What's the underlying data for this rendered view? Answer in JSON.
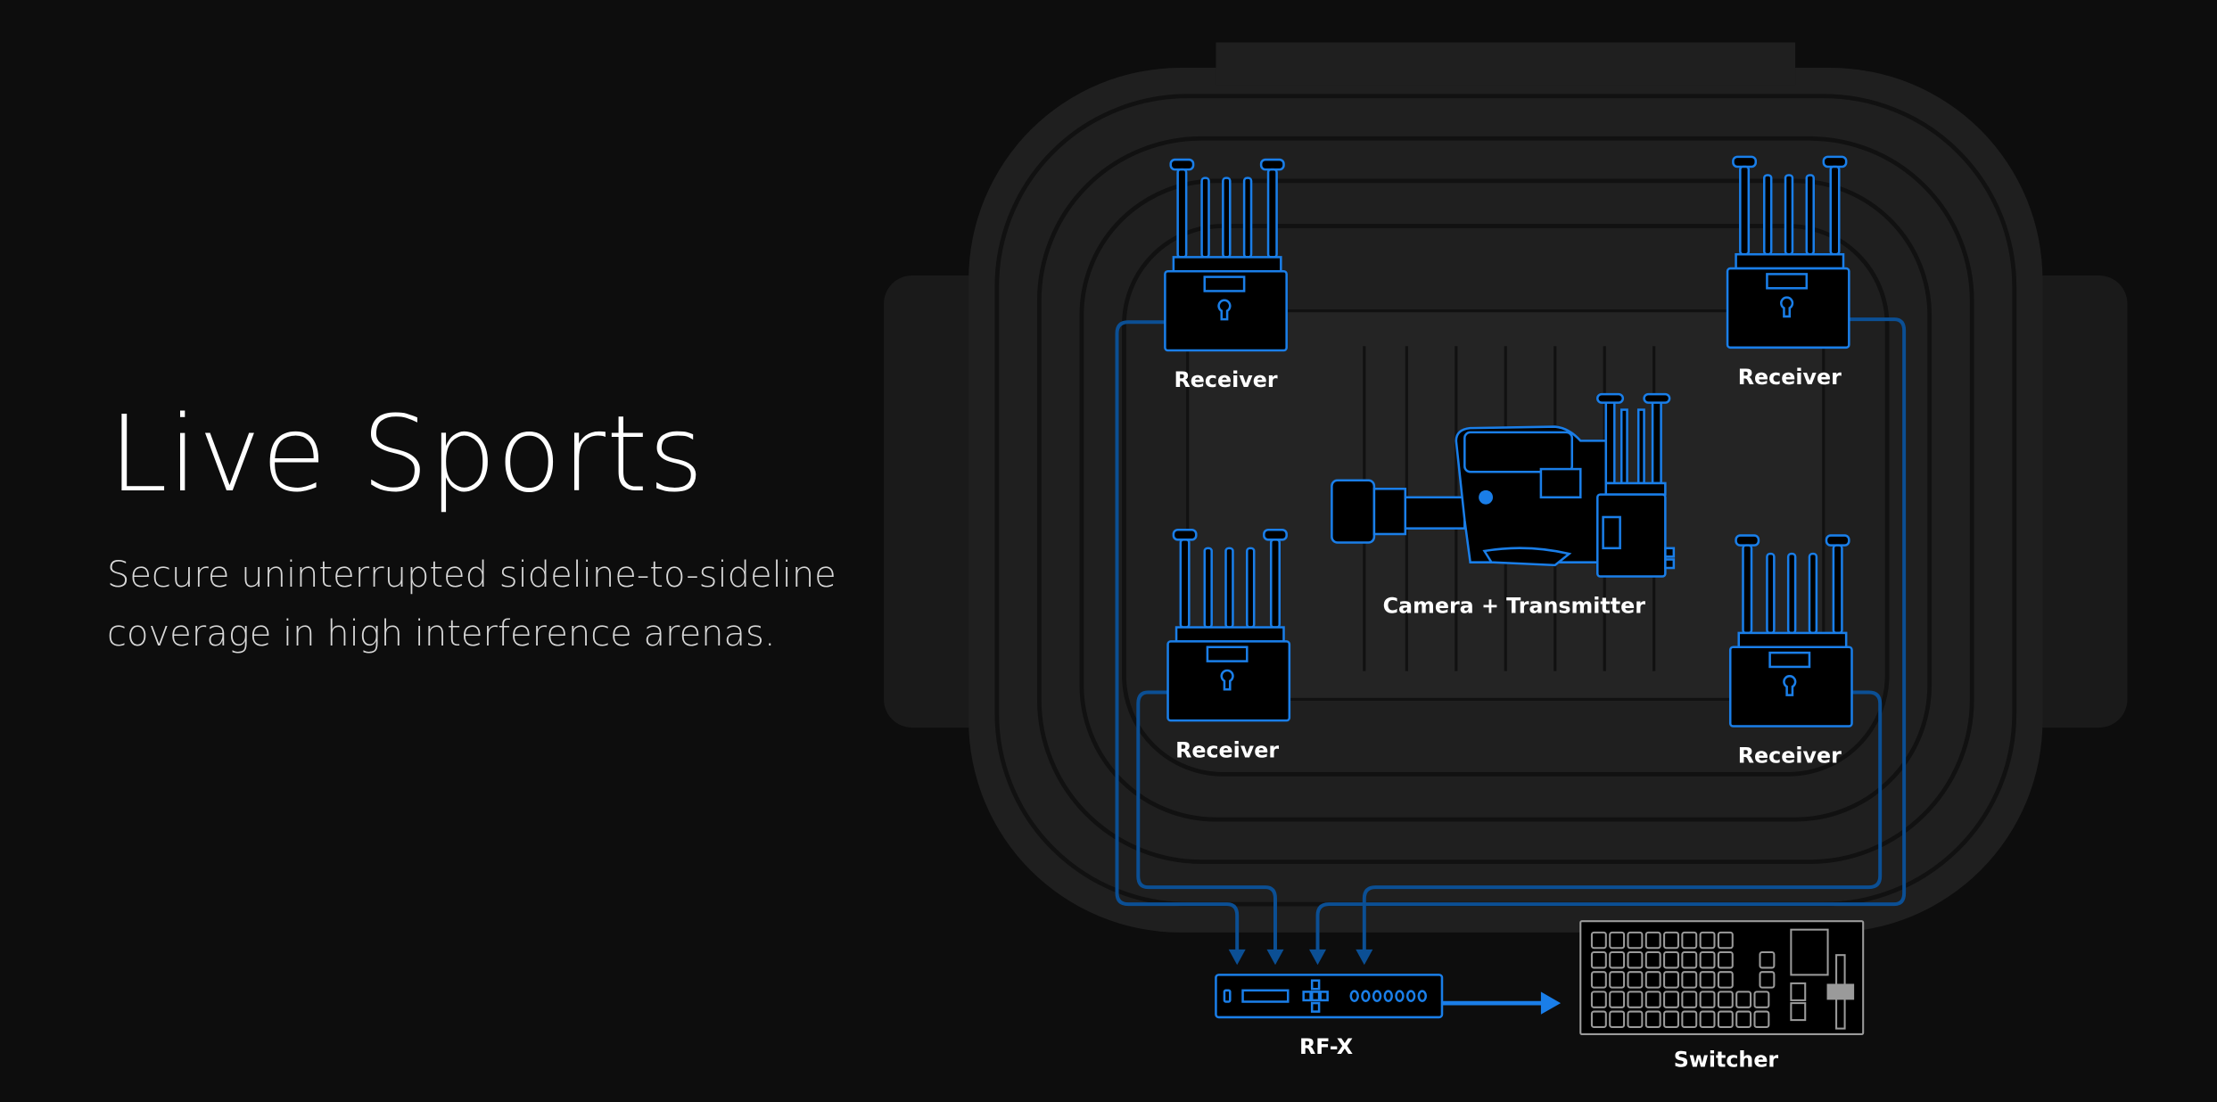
{
  "hero": {
    "title": "Live Sports",
    "description": "Secure uninterrupted sideline-to-sideline coverage in high interference arenas."
  },
  "diagram": {
    "receivers": [
      "Receiver",
      "Receiver",
      "Receiver",
      "Receiver"
    ],
    "camera_label": "Camera + Transmitter",
    "rfx_label": "RF-X",
    "switcher_label": "Switcher"
  },
  "colors": {
    "background": "#0d0d0d",
    "stadium": "#1f1f1f",
    "accent_blue": "#1a7ee8",
    "line_blue": "#0b4f94",
    "switcher_gray": "#9a9a9a"
  }
}
